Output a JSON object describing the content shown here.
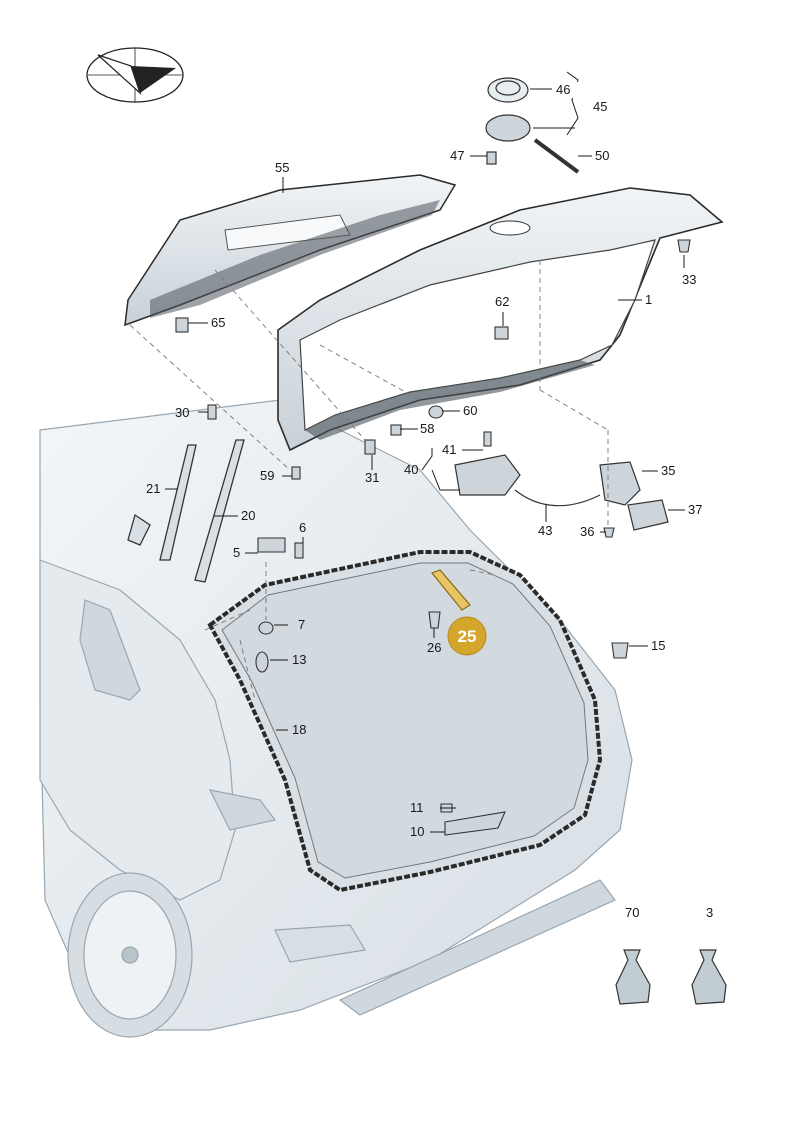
{
  "parts": [
    {
      "id": "p1",
      "text": "1"
    },
    {
      "id": "p3",
      "text": "3"
    },
    {
      "id": "p5",
      "text": "5"
    },
    {
      "id": "p6",
      "text": "6"
    },
    {
      "id": "p7",
      "text": "7"
    },
    {
      "id": "p10",
      "text": "10"
    },
    {
      "id": "p11",
      "text": "11"
    },
    {
      "id": "p13",
      "text": "13"
    },
    {
      "id": "p15",
      "text": "15"
    },
    {
      "id": "p18",
      "text": "18"
    },
    {
      "id": "p20",
      "text": "20"
    },
    {
      "id": "p21",
      "text": "21"
    },
    {
      "id": "p26",
      "text": "26"
    },
    {
      "id": "p30",
      "text": "30"
    },
    {
      "id": "p31",
      "text": "31"
    },
    {
      "id": "p33",
      "text": "33"
    },
    {
      "id": "p35",
      "text": "35"
    },
    {
      "id": "p36",
      "text": "36"
    },
    {
      "id": "p37",
      "text": "37"
    },
    {
      "id": "p40",
      "text": "40"
    },
    {
      "id": "p41",
      "text": "41"
    },
    {
      "id": "p43",
      "text": "43"
    },
    {
      "id": "p45",
      "text": "45"
    },
    {
      "id": "p46",
      "text": "46"
    },
    {
      "id": "p47",
      "text": "47"
    },
    {
      "id": "p50",
      "text": "50"
    },
    {
      "id": "p55",
      "text": "55"
    },
    {
      "id": "p58",
      "text": "58"
    },
    {
      "id": "p59",
      "text": "59"
    },
    {
      "id": "p60",
      "text": "60"
    },
    {
      "id": "p62",
      "text": "62"
    },
    {
      "id": "p65",
      "text": "65"
    },
    {
      "id": "p70",
      "text": "70"
    }
  ],
  "highlight": {
    "text": "25",
    "color": "#d4a72c"
  },
  "colors": {
    "line": "#1a1a1a",
    "part_fill": "#e3e8ec",
    "shade": "#c9d2d9",
    "car_fill": "#eef2f5",
    "accent": "#d4a72c"
  },
  "icons": {
    "logo": "compass-logo-icon"
  }
}
